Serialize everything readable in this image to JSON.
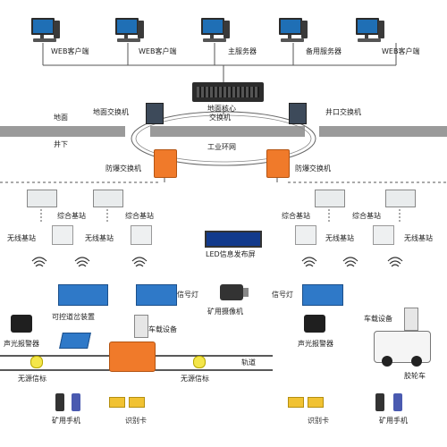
{
  "pcs": [
    "WEB客户端",
    "WEB客户端",
    "主服务器",
    "备用服务器",
    "WEB客户端"
  ],
  "labels": {
    "core_switch_1": "地面核心",
    "core_switch_2": "交换机",
    "ground_switch": "地面交换机",
    "well_switch": "井口交换机",
    "ground": "地面",
    "underground": "井下",
    "ring": "工业环网",
    "exp_switch_left": "防爆交换机",
    "exp_switch_right": "防爆交换机",
    "base_station_1": "综合基站",
    "base_station_2": "综合基站",
    "base_station_3": "综合基站",
    "base_station_4": "综合基站",
    "wireless_1": "无线基站",
    "wireless_2": "无线基站",
    "wireless_3": "无线基站",
    "wireless_4": "无线基站",
    "led": "LED信息发布屏",
    "turnout": "可控道岔装置",
    "signal_1": "信号灯",
    "signal_2": "信号灯",
    "camera": "矿用摄像机",
    "alarm_1": "声光报警器",
    "alarm_2": "声光报警器",
    "vehicle_device_1": "车载设备",
    "vehicle_device_2": "车载设备",
    "track": "轨道",
    "beacon_1": "无源信标",
    "beacon_2": "无源信标",
    "rubber_car": "胶轮车",
    "phone_1": "矿用手机",
    "phone_2": "矿用手机",
    "card_1": "识别卡",
    "card_2": "识别卡"
  },
  "colors": {
    "pc_screen": "#1f6fb5",
    "explosion_switch": "#f07a2a",
    "base_station": "#e9eced",
    "led_screen": "#123a8c",
    "signal_frame": "#2f79c8",
    "locomotive": "#f07a2a",
    "beacon": "#f4e64a",
    "card": "#f1c232"
  }
}
